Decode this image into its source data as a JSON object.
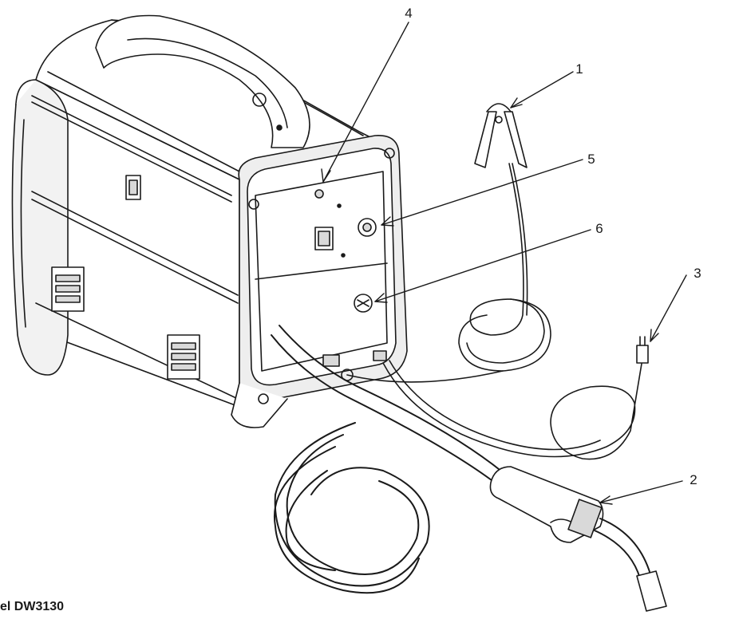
{
  "caption": "el DW3130",
  "callouts": [
    {
      "id": "1",
      "label": "1"
    },
    {
      "id": "2",
      "label": "2"
    },
    {
      "id": "3",
      "label": "3"
    },
    {
      "id": "4",
      "label": "4"
    },
    {
      "id": "5",
      "label": "5"
    },
    {
      "id": "6",
      "label": "6"
    }
  ],
  "colors": {
    "line": "#1a1a1a",
    "fill": "#ffffff",
    "shade": "#d9d9d9"
  }
}
